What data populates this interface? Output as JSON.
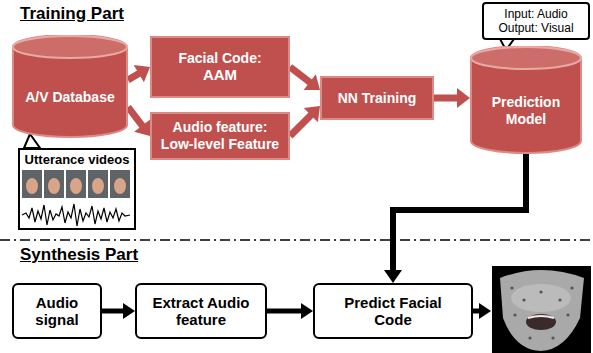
{
  "diagram": {
    "nodes": [
      {
        "text": [
          "A/V Database"
        ]
      },
      {
        "text": [
          "Utterance videos"
        ]
      },
      {
        "text": [
          "Facial Code:",
          "AAM"
        ]
      },
      {
        "text": [
          "Audio feature:",
          "Low-level Feature"
        ]
      },
      {
        "text": [
          "NN Training"
        ]
      },
      {
        "text": [
          "Input: Audio",
          "Output: Visual"
        ]
      },
      {
        "text": [
          "Prediction Model"
        ]
      },
      {
        "text": [
          "Audio signal"
        ]
      },
      {
        "text": [
          "Extract Audio feature"
        ]
      },
      {
        "text": [
          "Predict Facial Code"
        ]
      }
    ],
    "edges": [
      {
        "from": 0,
        "to": 2,
        "arrow": "to"
      },
      {
        "from": 0,
        "to": 3,
        "arrow": "to"
      },
      {
        "from": 2,
        "to": 4,
        "arrow": "to"
      },
      {
        "from": 3,
        "to": 4,
        "arrow": "to"
      },
      {
        "from": 4,
        "to": 6,
        "arrow": "to"
      },
      {
        "from": 6,
        "to": 9,
        "arrow": "to"
      },
      {
        "from": 7,
        "to": 8,
        "arrow": "to"
      },
      {
        "from": 8,
        "to": 9,
        "arrow": "to"
      }
    ],
    "labels": [
      "Training Part",
      "Synthesis Part"
    ]
  }
}
